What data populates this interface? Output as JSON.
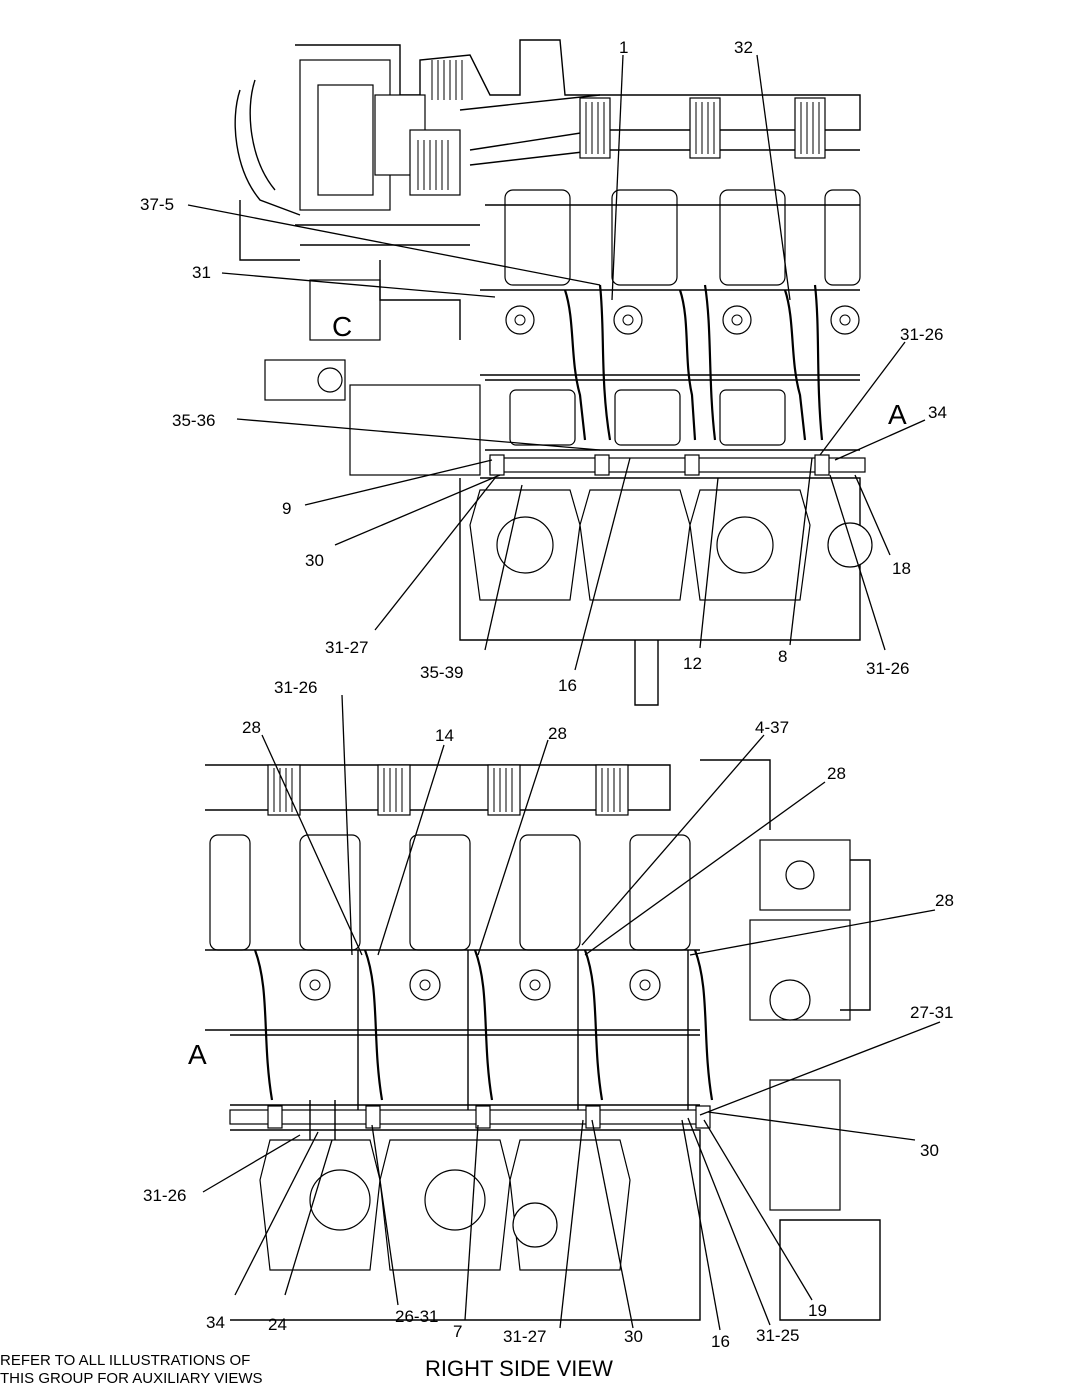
{
  "top_view": {
    "callouts": [
      "1",
      "32",
      "37-5",
      "31",
      "C",
      "31-26",
      "A",
      "34",
      "35-36",
      "9",
      "30",
      "18",
      "31-27",
      "35-39",
      "16",
      "12",
      "8",
      "31-26"
    ]
  },
  "bottom_view": {
    "callouts": [
      "31-26",
      "28",
      "14",
      "28",
      "4-37",
      "28",
      "28",
      "27-31",
      "A",
      "30",
      "31-26",
      "34",
      "24",
      "26-31",
      "7",
      "31-27",
      "30",
      "16",
      "31-25",
      "19"
    ]
  },
  "footer": {
    "note_line1": "REFER TO ALL ILLUSTRATIONS OF",
    "note_line2": "THIS GROUP FOR AUXILIARY VIEWS",
    "view_title": "RIGHT SIDE VIEW"
  }
}
